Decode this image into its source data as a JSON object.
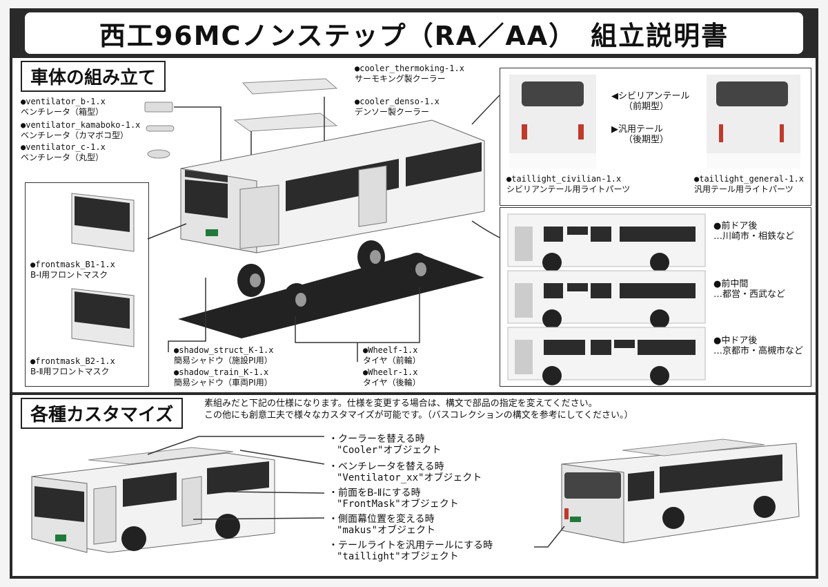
{
  "title": "西工96MCノンステップ（RA／AA）　組立説明書",
  "section_assembly": {
    "heading": "車体の組み立て"
  },
  "section_custom": {
    "heading": "各種カスタマイズ",
    "note_line1": "素組みだと下記の仕様になります。仕様を変更する場合は、構文で部品の指定を変えてください。",
    "note_line2": "この他にも創意工夫で様々なカスタマイズが可能です。（バスコレクションの構文を参考にしてください。）"
  },
  "parts": {
    "vent_b": {
      "file": "●ventilator_b-1.x",
      "desc": "ベンチレータ（箱型）"
    },
    "vent_kamaboko": {
      "file": "●ventilator_kamaboko-1.x",
      "desc": "ベンチレータ（カマボコ型）"
    },
    "vent_c": {
      "file": "●ventilator_c-1.x",
      "desc": "ベンチレータ（丸型）"
    },
    "cooler_thermo": {
      "file": "●cooler_thermoking-1.x",
      "desc": "サーモキング製クーラー"
    },
    "cooler_denso": {
      "file": "●cooler_denso-1.x",
      "desc": "デンソー製クーラー"
    },
    "frontmask_b1": {
      "file": "●frontmask_B1-1.x",
      "desc": "B-Ⅰ用フロントマスク"
    },
    "frontmask_b2": {
      "file": "●frontmask_B2-1.x",
      "desc": "B-Ⅱ用フロントマスク"
    },
    "shadow_struct": {
      "file": "●shadow_struct_K-1.x",
      "desc": "簡易シャドウ（施設PI用）"
    },
    "shadow_train": {
      "file": "●shadow_train_K-1.x",
      "desc": "簡易シャドウ（車両PI用）"
    },
    "wheelf": {
      "file": "●Wheelf-1.x",
      "desc": "タイヤ（前輪）"
    },
    "wheelr": {
      "file": "●Wheelr-1.x",
      "desc": "タイヤ（後輪）"
    }
  },
  "taillights": {
    "civilian_label": "◀シビリアンテール",
    "civilian_sub": "（前期型）",
    "general_label": "▶汎用テール",
    "general_sub": "（後期型）",
    "civilian_file": "●taillight_civilian-1.x",
    "civilian_desc": "シビリアンテール用ライトパーツ",
    "general_file": "●taillight_general-1.x",
    "general_desc": "汎用テール用ライトパーツ"
  },
  "makus": [
    {
      "title": "●前ドア後",
      "desc": "…川崎市・相鉄など"
    },
    {
      "title": "●前中間",
      "desc": "…都営・西武など"
    },
    {
      "title": "●中ドア後",
      "desc": "…京都市・高槻市など"
    }
  ],
  "customizations": [
    {
      "title": "・クーラーを替える時",
      "object": "\"Cooler\"オブジェクト"
    },
    {
      "title": "・ベンチレータを替える時",
      "object": "\"Ventilator_xx\"オブジェクト"
    },
    {
      "title": "・前面をB-Ⅱにする時",
      "object": "\"FrontMask\"オブジェクト"
    },
    {
      "title": "・側面幕位置を変える時",
      "object": "\"makus\"オブジェクト"
    },
    {
      "title": "・テールライトを汎用テールにする時",
      "object": "\"taillight\"オブジェクト"
    }
  ],
  "colors": {
    "frame": "#2a2a2a",
    "body": "#f2f2f2",
    "window": "#2b2b2b",
    "plate": "#1f7a3a",
    "taillight": "#c0392b"
  }
}
